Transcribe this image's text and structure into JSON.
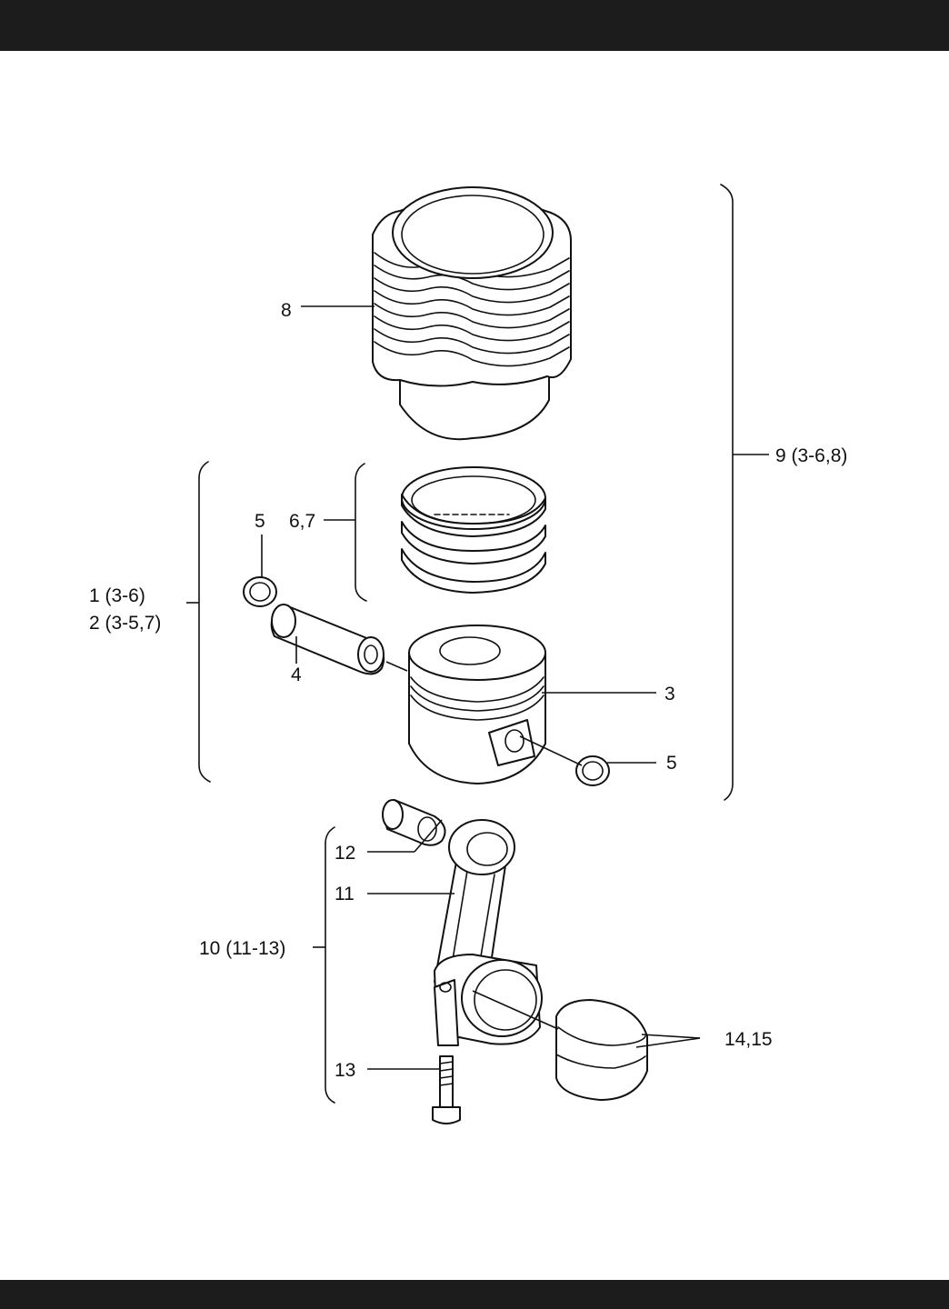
{
  "callouts": {
    "c8": "8",
    "c9": "9 (3-6,8)",
    "c5a": "5",
    "c67": "6,7",
    "c1": "1 (3-6)",
    "c2": "2 (3-5,7)",
    "c4": "4",
    "c3": "3",
    "c5b": "5",
    "c12": "12",
    "c11": "11",
    "c10": "10 (11-13)",
    "c13": "13",
    "c1415": "14,15"
  },
  "colors": {
    "bars": "#1c1c1c",
    "ink": "#111111",
    "paper": "#ffffff"
  }
}
